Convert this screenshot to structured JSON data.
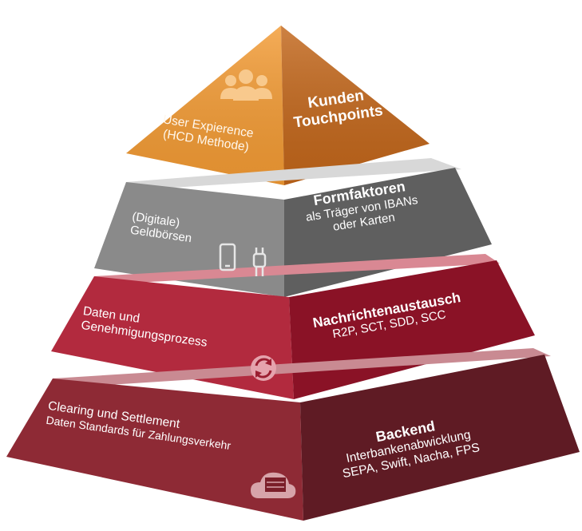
{
  "colors": {
    "tier1_left": "#f39b34",
    "tier1_right": "#c2661a",
    "tier2_left": "#8a8a8a",
    "tier2_right": "#5f5f5f",
    "tier3_left": "#b22a3e",
    "tier3_right": "#8a1226",
    "tier4_left": "#8e2a35",
    "tier4_right": "#5f1b24"
  },
  "tiers": [
    {
      "left_lines": [
        "User Expierence",
        "(HCD Methode)"
      ],
      "right_title_lines": [
        "Kunden",
        "Touchpoints"
      ],
      "right_sub_lines": [],
      "icon": "users-icon"
    },
    {
      "left_lines": [
        "(Digitale)",
        "Geldbörsen"
      ],
      "right_title_lines": [
        "Formfaktoren"
      ],
      "right_sub_lines": [
        "als Träger von IBANs",
        "oder Karten"
      ],
      "icon": "phone-watch-icon"
    },
    {
      "left_lines": [
        "Daten und",
        "Genehmigungsprozess"
      ],
      "right_title_lines": [
        "Nachrichtenaustausch"
      ],
      "right_sub_lines": [
        "R2P, SCT, SDD, SCC"
      ],
      "icon": "sync-icon"
    },
    {
      "left_lines": [
        "Clearing und Settlement",
        "Daten Standards für Zahlungsverkehr"
      ],
      "right_title_lines": [
        "Backend"
      ],
      "right_sub_lines": [
        "Interbankenabwicklung",
        "SEPA, Swift, Nacha, FPS"
      ],
      "icon": "cloud-server-icon"
    }
  ]
}
